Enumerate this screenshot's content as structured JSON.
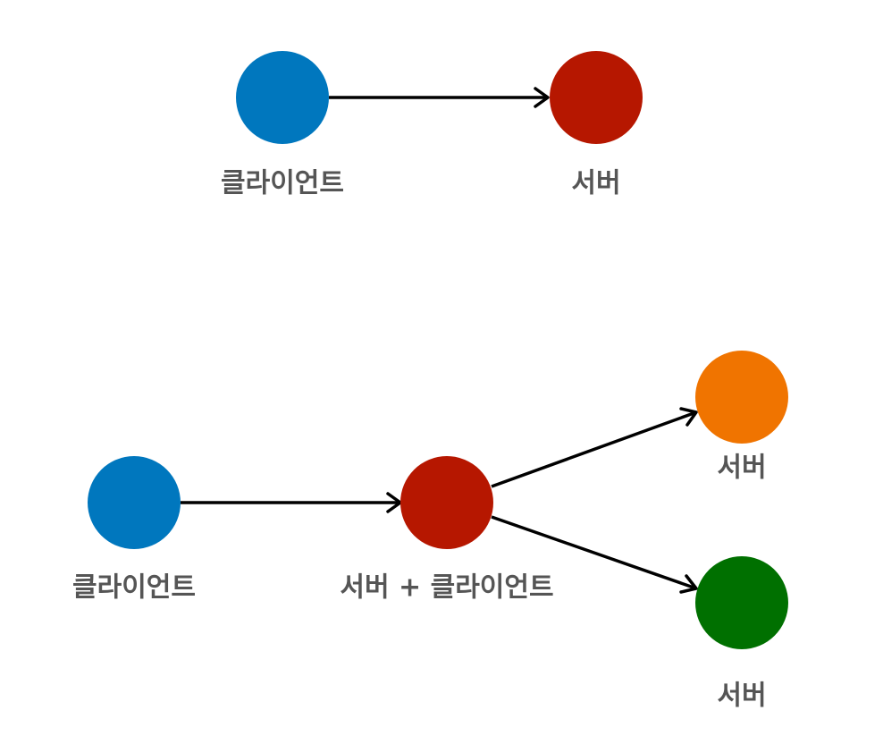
{
  "colors": {
    "client": "#0077be",
    "server": "#b61700",
    "server_orange": "#f07400",
    "server_green": "#007000",
    "arrow": "#000000",
    "label": "#555555"
  },
  "top_diagram": {
    "client_label": "클라이언트",
    "server_label": "서버"
  },
  "bottom_diagram": {
    "client_label": "클라이언트",
    "middle_label": "서버 + 클라이언트",
    "server_upper_label": "서버",
    "server_lower_label": "서버"
  }
}
